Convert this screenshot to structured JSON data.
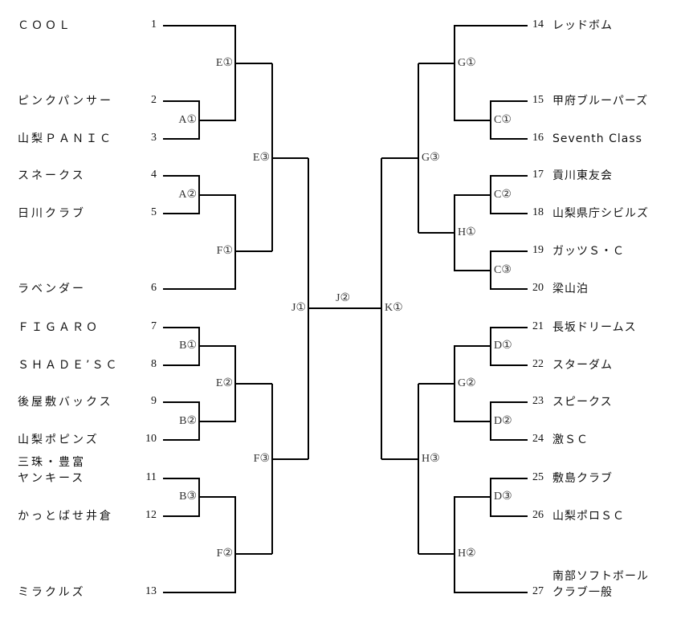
{
  "left_teams": [
    {
      "seed": "1",
      "name": "ＣＯＯＬ"
    },
    {
      "seed": "2",
      "name": "ピンクパンサー"
    },
    {
      "seed": "3",
      "name": "山梨ＰＡＮＩＣ"
    },
    {
      "seed": "4",
      "name": "スネークス"
    },
    {
      "seed": "5",
      "name": "日川クラブ"
    },
    {
      "seed": "6",
      "name": "ラベンダー"
    },
    {
      "seed": "7",
      "name": "ＦＩＧＡＲＯ"
    },
    {
      "seed": "8",
      "name": "ＳＨＡＤＥ’ＳＣ"
    },
    {
      "seed": "9",
      "name": "後屋敷バックス"
    },
    {
      "seed": "10",
      "name": "山梨ポピンズ"
    },
    {
      "seed": "11",
      "name": "三珠・豊富\nヤンキース"
    },
    {
      "seed": "12",
      "name": "かっとばせ井倉"
    },
    {
      "seed": "13",
      "name": "ミラクルズ"
    }
  ],
  "right_teams": [
    {
      "seed": "14",
      "name": "レッドボム"
    },
    {
      "seed": "15",
      "name": "甲府ブルーパーズ"
    },
    {
      "seed": "16",
      "name": "Seventh Class"
    },
    {
      "seed": "17",
      "name": "貢川東友会"
    },
    {
      "seed": "18",
      "name": "山梨県庁シビルズ"
    },
    {
      "seed": "19",
      "name": "ガッツＳ・Ｃ"
    },
    {
      "seed": "20",
      "name": "梁山泊"
    },
    {
      "seed": "21",
      "name": "長坂ドリームス"
    },
    {
      "seed": "22",
      "name": "スターダム"
    },
    {
      "seed": "23",
      "name": "スピークス"
    },
    {
      "seed": "24",
      "name": "激ＳＣ"
    },
    {
      "seed": "25",
      "name": "敷島クラブ"
    },
    {
      "seed": "26",
      "name": "山梨ポロＳＣ"
    },
    {
      "seed": "27",
      "name": "南部ソフトボール\nクラブ一般"
    }
  ],
  "matches": {
    "A1": "A①",
    "A2": "A②",
    "B1": "B①",
    "B2": "B②",
    "B3": "B③",
    "E1": "E①",
    "E2": "E②",
    "E3": "E③",
    "F1": "F①",
    "F2": "F②",
    "F3": "F③",
    "J1": "J①",
    "J2": "J②",
    "K1": "K①",
    "C1": "C①",
    "C2": "C②",
    "C3": "C③",
    "D1": "D①",
    "D2": "D②",
    "D3": "D③",
    "G1": "G①",
    "G2": "G②",
    "G3": "G③",
    "H1": "H①",
    "H2": "H②",
    "H3": "H③"
  }
}
